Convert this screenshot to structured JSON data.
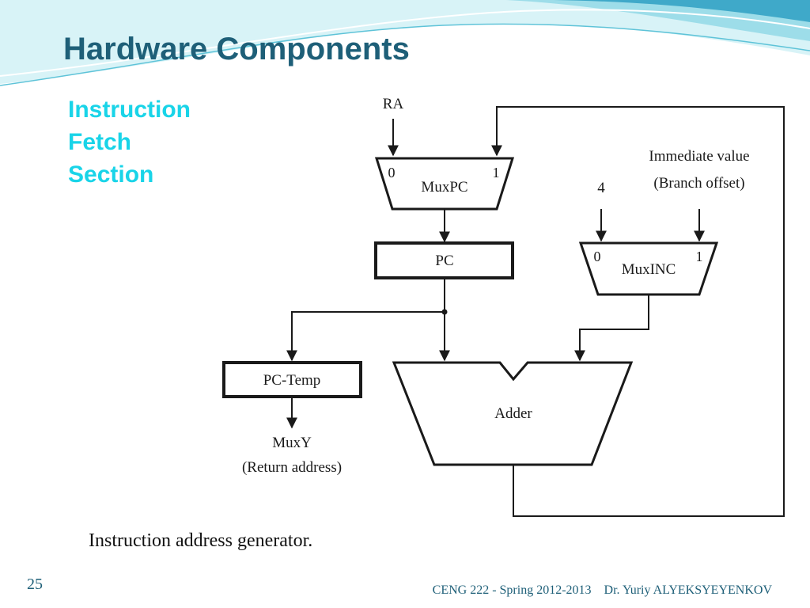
{
  "slide": {
    "title": "Hardware Components",
    "section_label": [
      "Instruction",
      "Fetch",
      "Section"
    ],
    "page_number": "25",
    "footer": {
      "course": "CENG 222 - Spring 2012-2013",
      "author": "Dr. Yuriy ALYEKSYEYENKOV"
    },
    "colors": {
      "title": "#1e5f78",
      "section_label": "#19d4e8",
      "header_wave_light": "#d8f3f7",
      "header_wave_mid": "#9ddde9",
      "header_wave_dark": "#3fa9c9"
    }
  },
  "diagram": {
    "caption": "Instruction address generator.",
    "inputs": {
      "ra": "RA",
      "const_four": "4",
      "immediate_line1": "Immediate value",
      "immediate_line2": "(Branch offset)"
    },
    "mux_pc": {
      "label": "MuxPC",
      "in0": "0",
      "in1": "1"
    },
    "pc": {
      "label": "PC"
    },
    "mux_inc": {
      "label": "MuxINC",
      "in0": "0",
      "in1": "1"
    },
    "pc_temp": {
      "label": "PC-Temp"
    },
    "adder": {
      "label": "Adder"
    },
    "output": {
      "line1": "MuxY",
      "line2": "(Return address)"
    }
  }
}
